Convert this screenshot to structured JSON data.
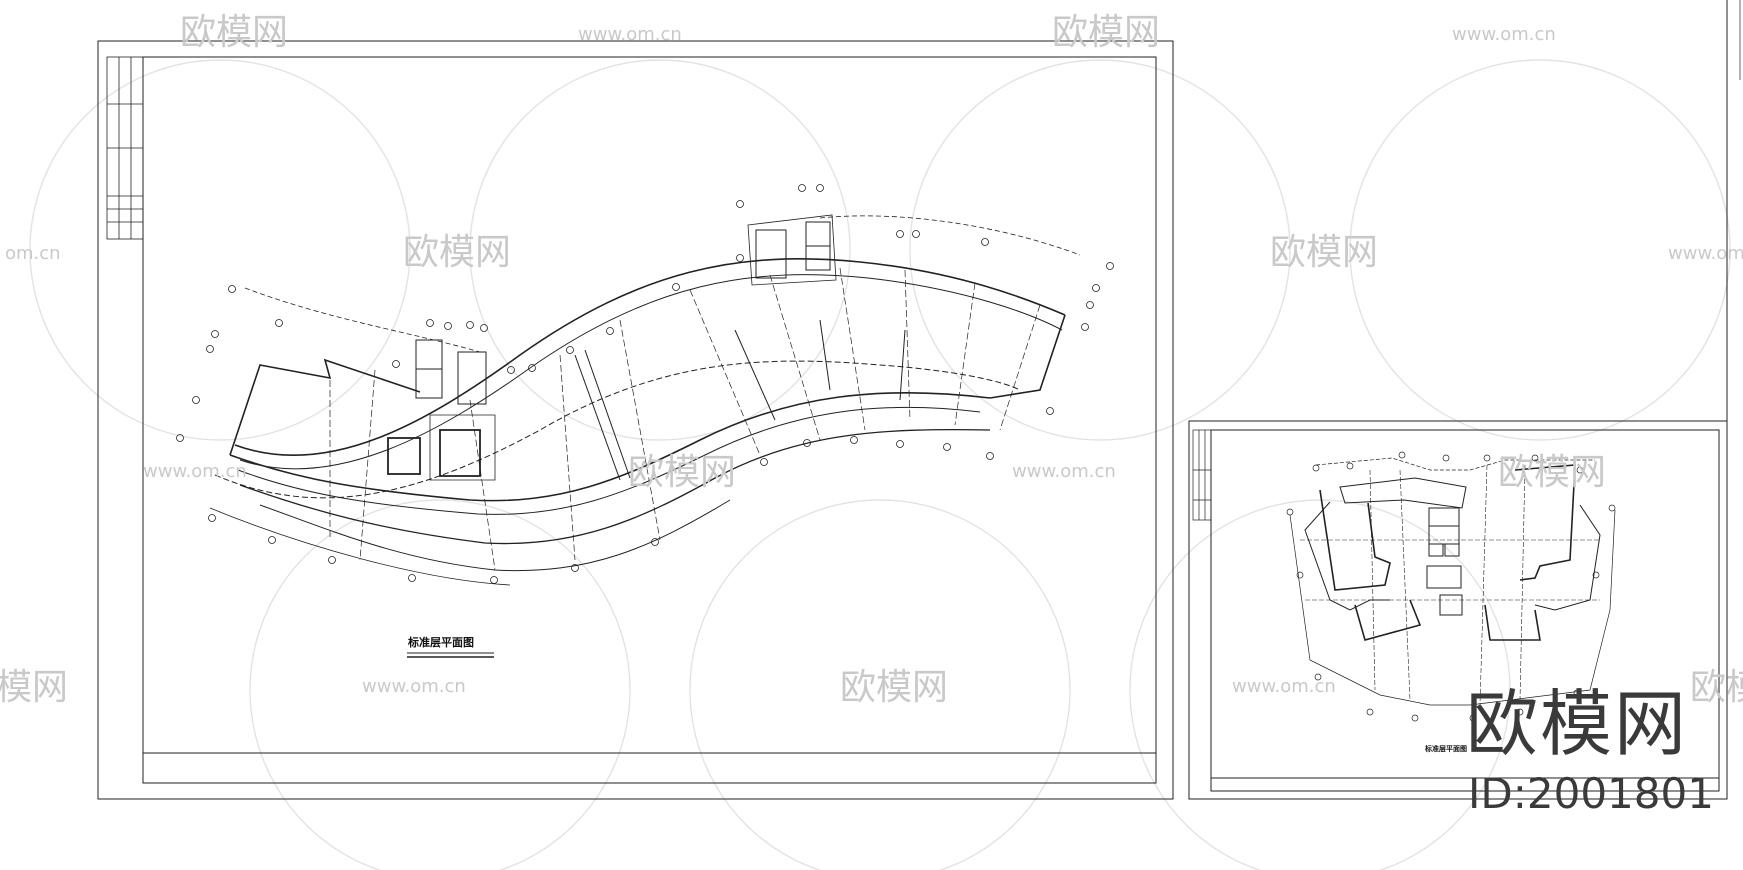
{
  "watermark": {
    "logo_text": "欧模网",
    "url_text": "www.om.cn",
    "url_text_partial": "om.cn"
  },
  "brand": {
    "name": "欧模网",
    "id_label": "ID:2001801"
  },
  "sheets": [
    {
      "plan_title": "标准层平面图"
    },
    {
      "plan_title": "标准层平面图"
    }
  ],
  "colors": {
    "line": "#222222",
    "watermark": "#c9c9c9",
    "brand": "#3a3a3a"
  }
}
